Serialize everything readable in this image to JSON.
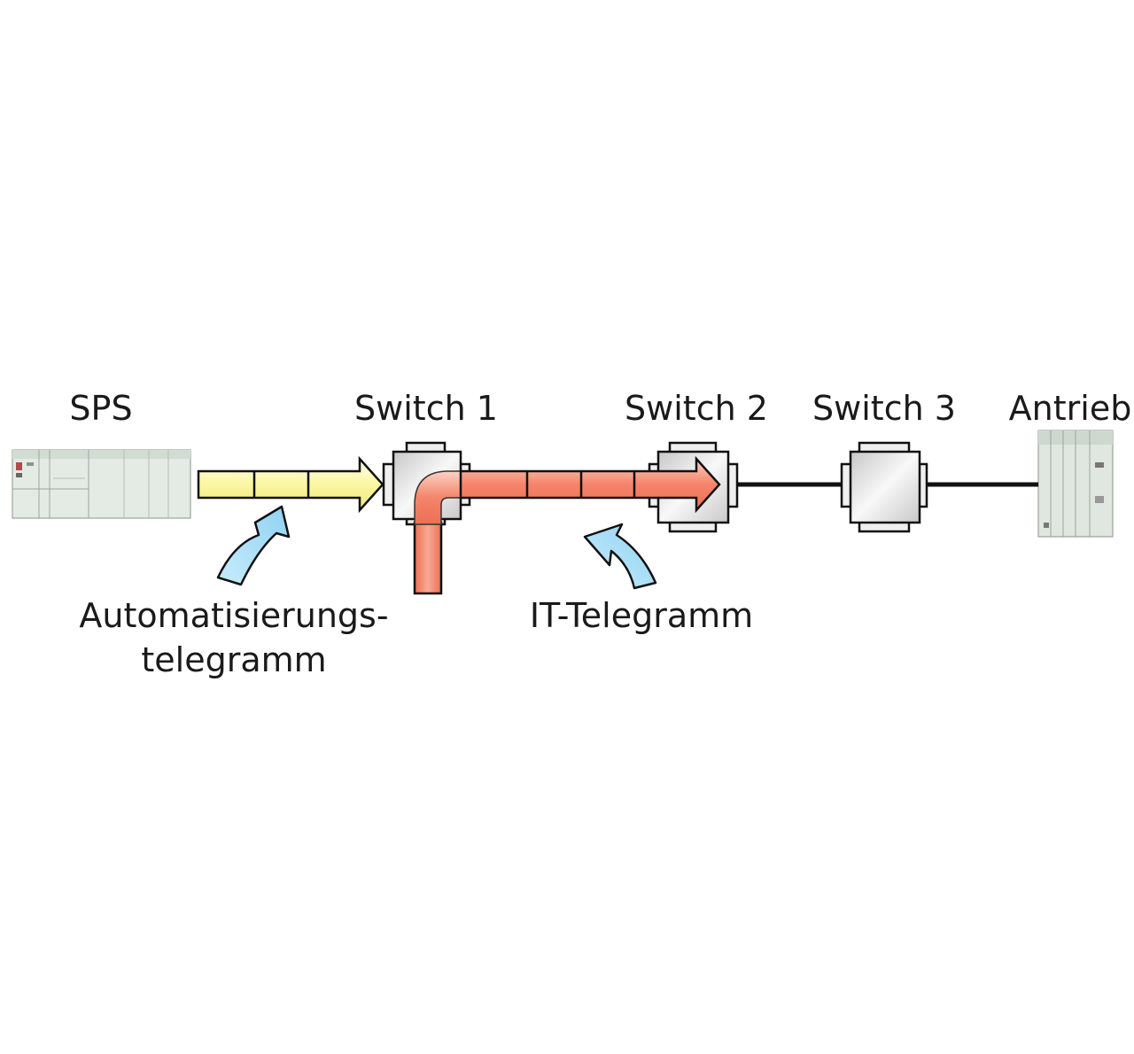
{
  "nodes": {
    "sps": "SPS",
    "switch1": "Switch 1",
    "switch2": "Switch 2",
    "switch3": "Switch 3",
    "drive": "Antrieb"
  },
  "telegrams": {
    "automation_line1": "Automatisierungs-",
    "automation_line2": "telegramm",
    "it": "IT-Telegramm"
  },
  "colors": {
    "automation_telegram": "#fcf7a8",
    "it_telegram": "#f4866a",
    "pointer_arrow": "#a8dcf6",
    "cable": "#111111",
    "switch_fill": "#dedede"
  }
}
